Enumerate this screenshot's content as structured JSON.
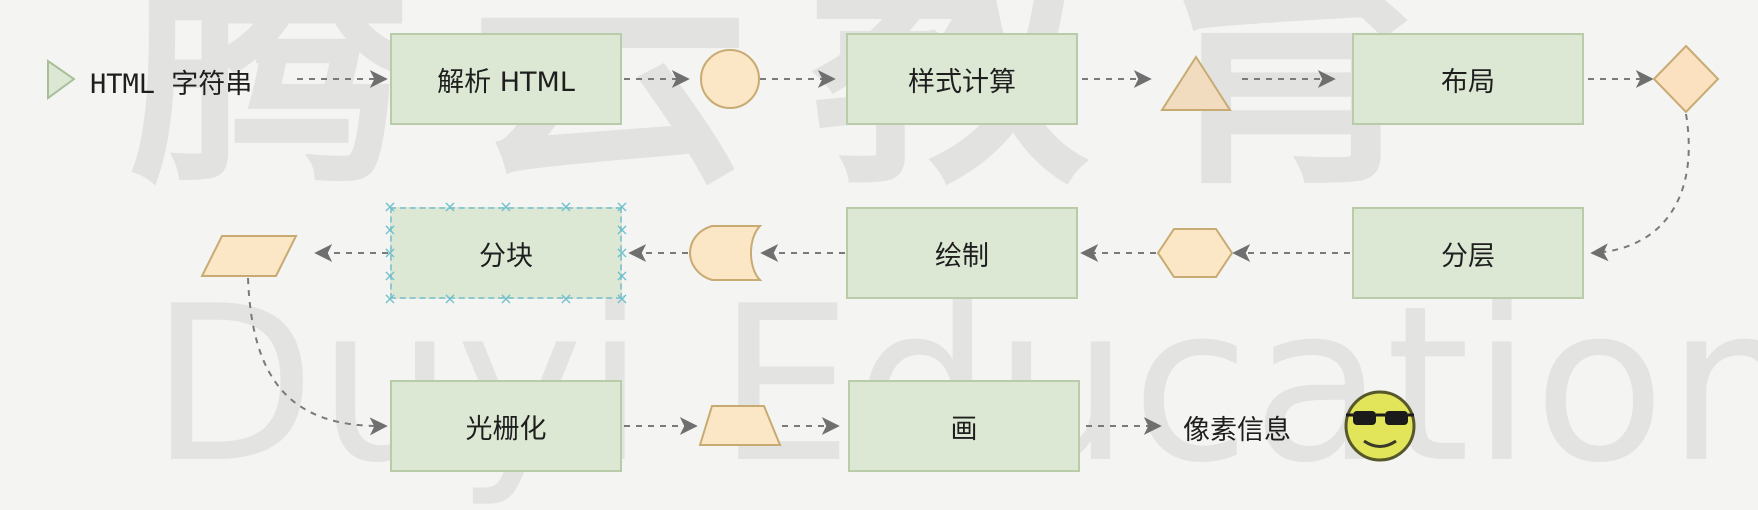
{
  "watermark": {
    "top": "腾云教育",
    "bottom": "Duyi Education"
  },
  "flow": {
    "start_label": "HTML 字符串",
    "steps": {
      "parse": "解析 HTML",
      "style": "样式计算",
      "layout": "布局",
      "layer": "分层",
      "paint": "绘制",
      "tiling": "分块",
      "raster": "光栅化",
      "draw": "画"
    },
    "end_label": "像素信息"
  },
  "colors": {
    "step_fill": "#dce8d4",
    "step_border": "#b9ccaa",
    "shape_fill": "#fbe6c5",
    "shape_border": "#c8ab73",
    "arrow": "#7a7a7a",
    "selection": "#6fc0cb"
  },
  "icons": [
    "play-triangle-icon",
    "circle-icon",
    "triangle-icon",
    "diamond-icon",
    "hexagon-icon",
    "document-icon",
    "parallelogram-icon",
    "trapezoid-icon",
    "sunglasses-smiley-icon"
  ]
}
